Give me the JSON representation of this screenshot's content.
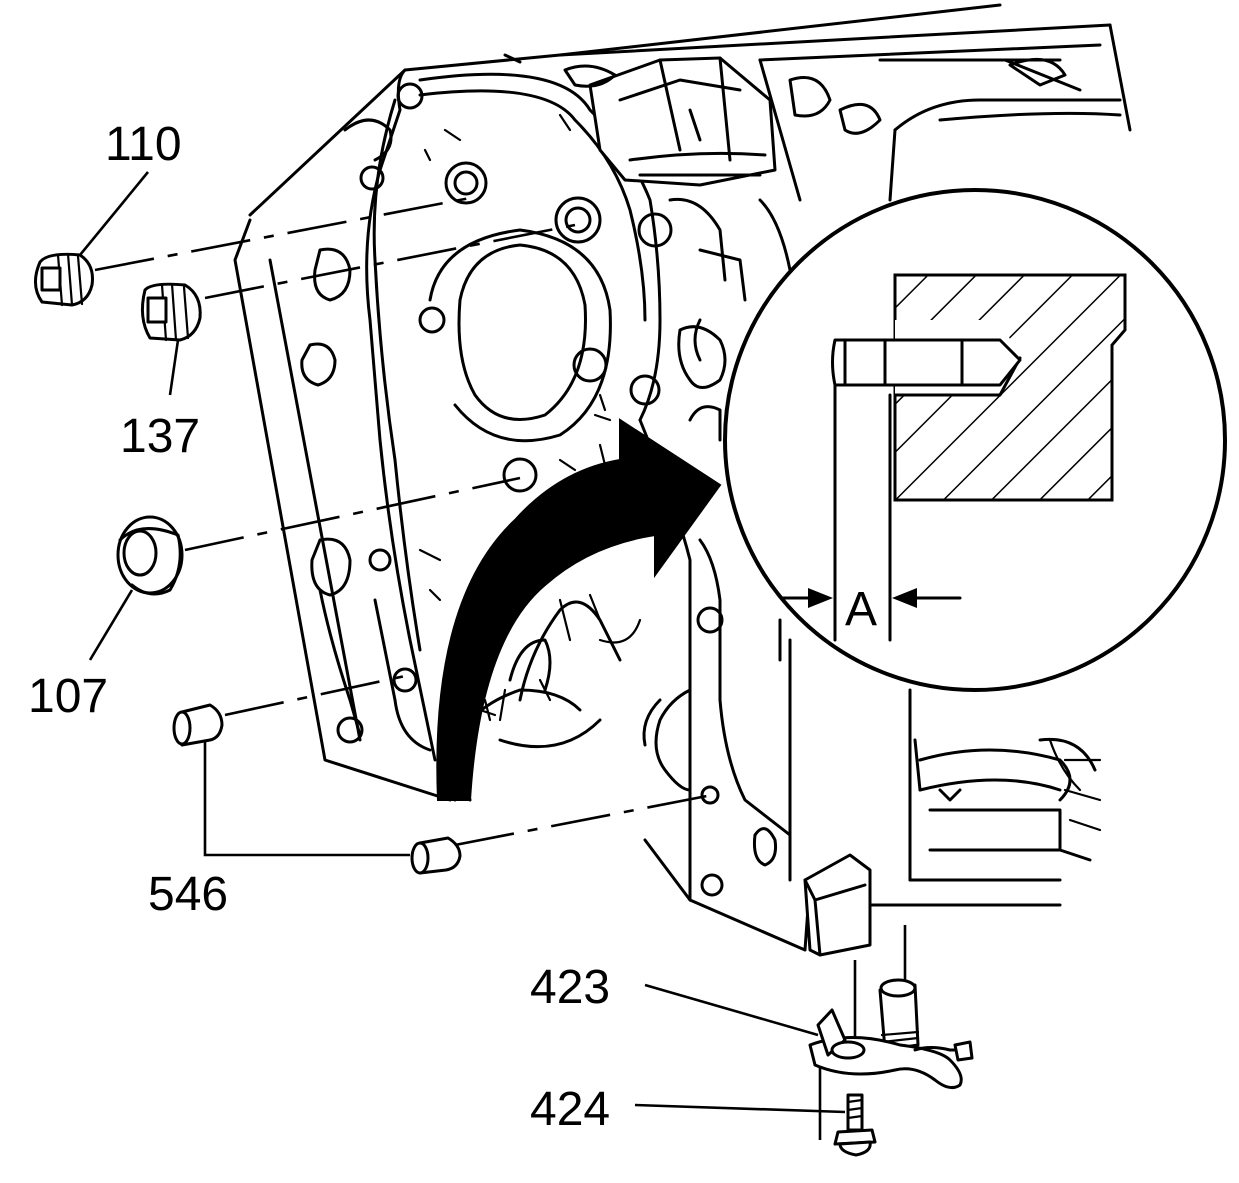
{
  "callouts": {
    "c110": "110",
    "c137": "137",
    "c107": "107",
    "c546": "546",
    "c423": "423",
    "c424": "424"
  },
  "detail": {
    "dimension_label": "A"
  },
  "colors": {
    "ink": "#000000",
    "paper": "#ffffff"
  }
}
